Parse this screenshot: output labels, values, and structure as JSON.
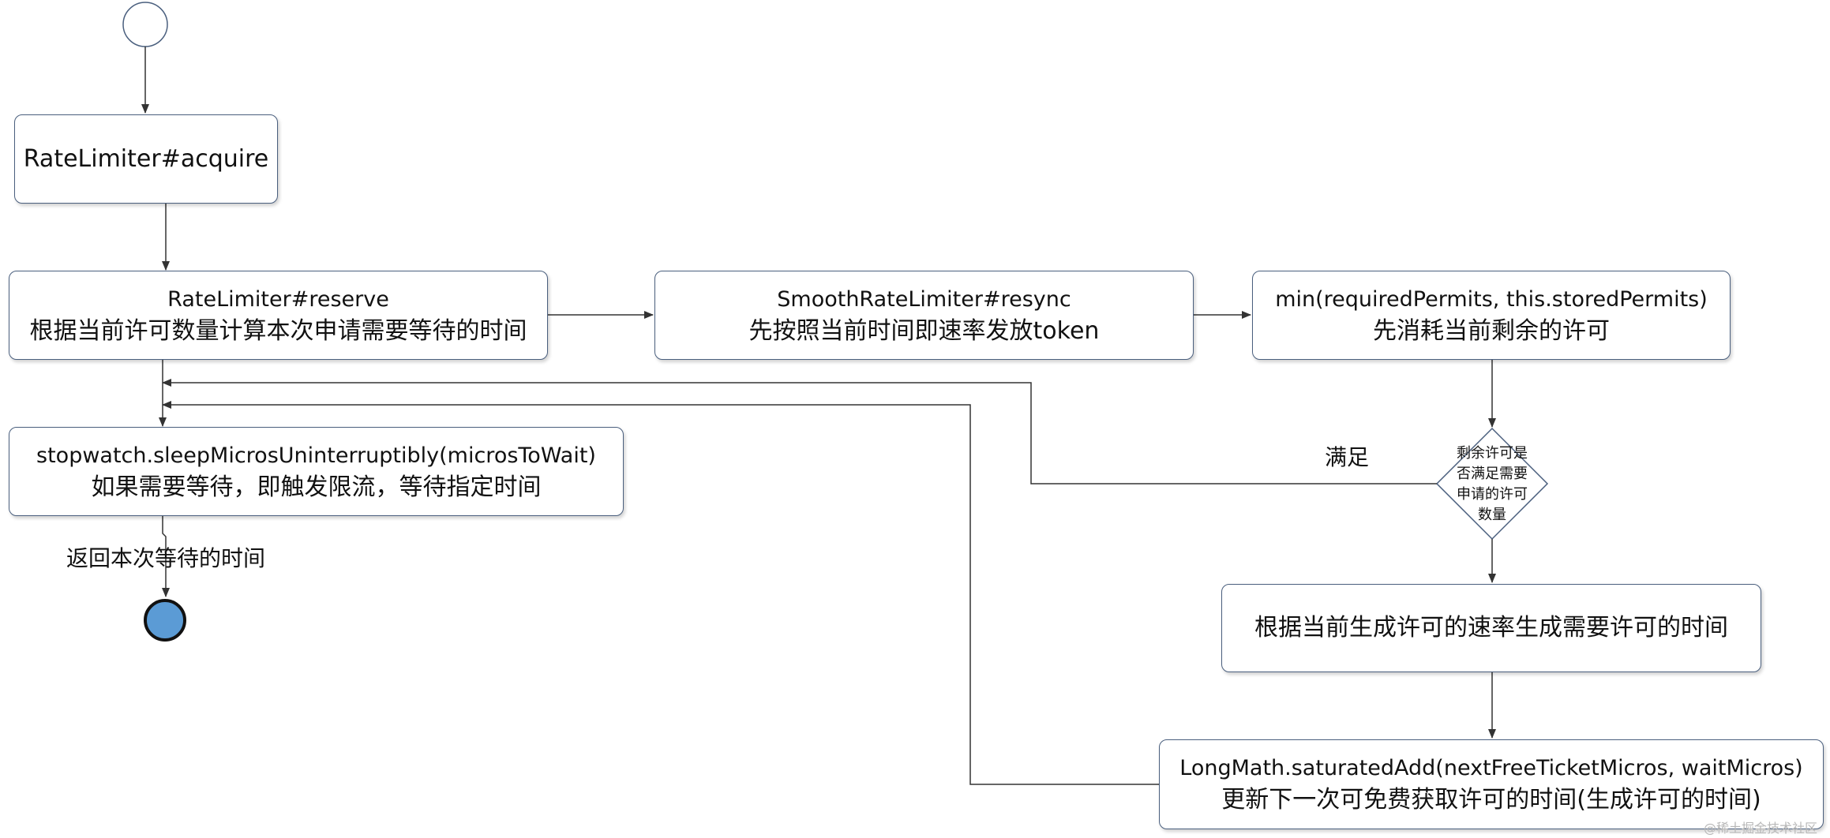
{
  "nodes": {
    "acquire": {
      "line1": "RateLimiter#acquire"
    },
    "reserve": {
      "line1": "RateLimiter#reserve",
      "line2": "根据当前许可数量计算本次申请需要等待的时间"
    },
    "resync": {
      "line1": "SmoothRateLimiter#resync",
      "line2": "先按照当前时间即速率发放token"
    },
    "min_permits": {
      "line1": "min(requiredPermits, this.storedPermits)",
      "line2": "先消耗当前剩余的许可"
    },
    "sleep": {
      "line1": "stopwatch.sleepMicrosUninterruptibly(microsToWait)",
      "line2": "如果需要等待，即触发限流，等待指定时间"
    },
    "wait_time": {
      "line1": "根据当前生成许可的速率生成需要许可的时间"
    },
    "saturated_add": {
      "line1": "LongMath.saturatedAdd(nextFreeTicketMicros, waitMicros)",
      "line2": "更新下一次可免费获取许可的时间(生成许可的时间)"
    }
  },
  "decision": {
    "lines": [
      "剩余许可是",
      "否满足需要",
      "申请的许可",
      "数量"
    ]
  },
  "edge_labels": {
    "satisfied": "满足",
    "return_wait": "返回本次等待的时间"
  },
  "watermark": "@稀土掘金技术社区",
  "colors": {
    "end_node_fill": "#5b9bd5",
    "box_border": "#4a5f7e",
    "line": "#333333"
  }
}
